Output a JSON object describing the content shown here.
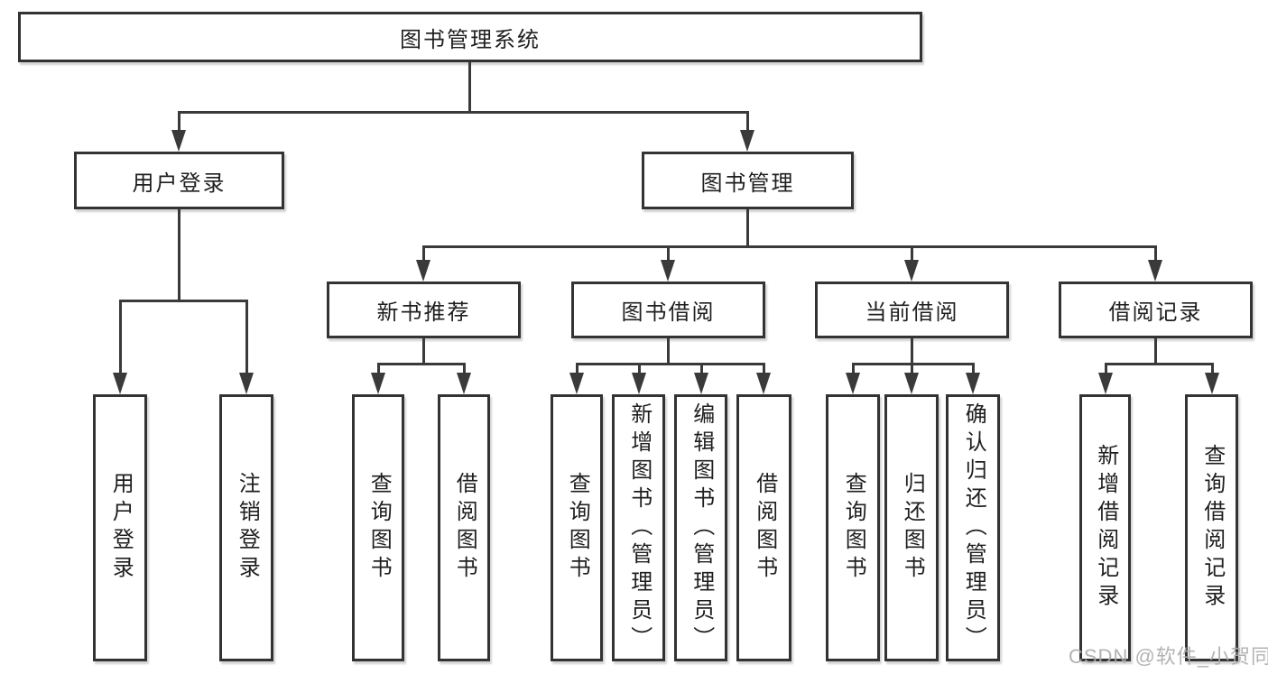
{
  "tree": {
    "label": "图书管理系统",
    "children": [
      {
        "label": "用户登录",
        "children": [
          {
            "label": "用户登录"
          },
          {
            "label": "注销登录"
          }
        ]
      },
      {
        "label": "图书管理",
        "children": [
          {
            "label": "新书推荐",
            "children": [
              {
                "label": "查询图书"
              },
              {
                "label": "借阅图书"
              }
            ]
          },
          {
            "label": "图书借阅",
            "children": [
              {
                "label": "查询图书"
              },
              {
                "label": "新增图书（管理员）"
              },
              {
                "label": "编辑图书（管理员）"
              },
              {
                "label": "借阅图书"
              }
            ]
          },
          {
            "label": "当前借阅",
            "children": [
              {
                "label": "查询图书"
              },
              {
                "label": "归还图书"
              },
              {
                "label": "确认归还（管理员）"
              }
            ]
          },
          {
            "label": "借阅记录",
            "children": [
              {
                "label": "新增借阅记录"
              },
              {
                "label": "查询借阅记录"
              }
            ]
          }
        ]
      }
    ]
  },
  "watermark": {
    "text": "CSDN @软件_小贺同学"
  },
  "colors": {
    "line": "#3a3a3a",
    "box_border": "#333333",
    "text": "#1f1f1f",
    "watermark": "#acacac",
    "background": "#ffffff"
  }
}
